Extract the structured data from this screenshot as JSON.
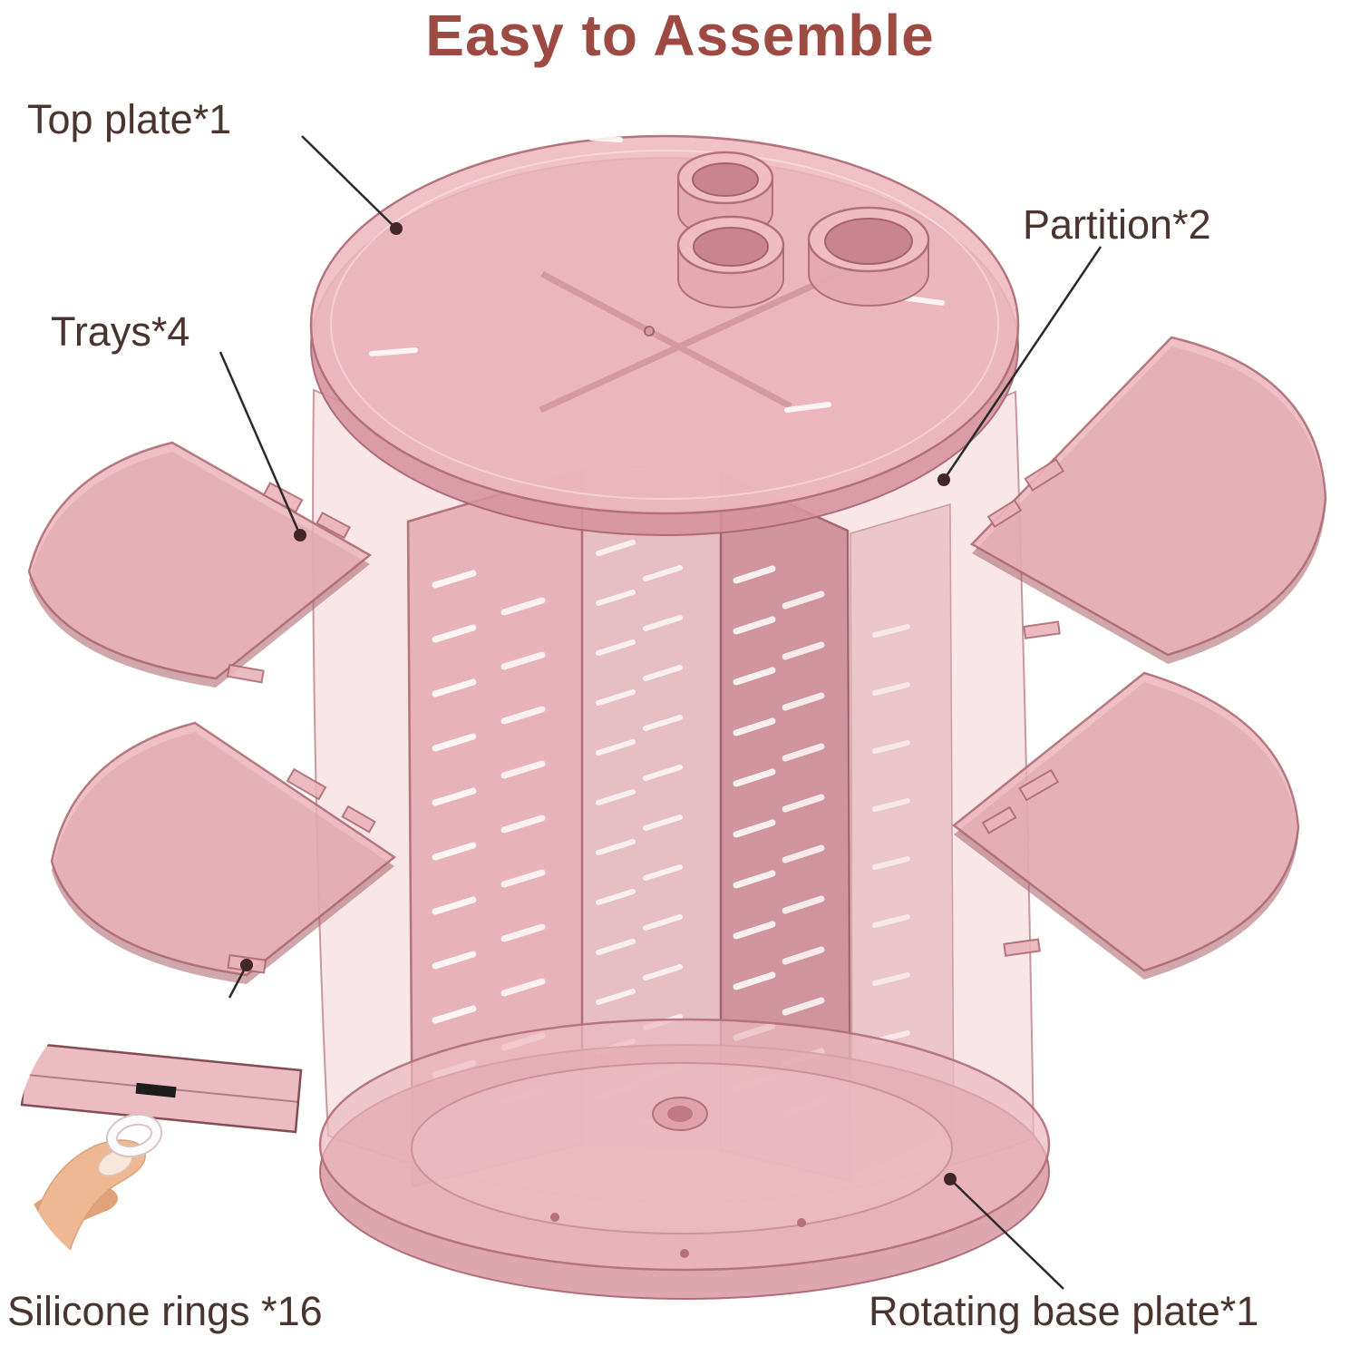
{
  "title": "Easy to Assemble",
  "callouts": {
    "top_plate": "Top plate*1",
    "partition": "Partition*2",
    "trays": "Trays*4",
    "silicone_rings": "Silicone rings *16",
    "rotating_base_plate": "Rotating base plate*1"
  },
  "parts": {
    "top_plate_count": "1",
    "partition_count": "2",
    "trays_count": "4",
    "silicone_rings_count": "16",
    "rotating_base_plate_count": "1"
  },
  "colors": {
    "title_text": "#9c4a42",
    "label_text": "#4a342f",
    "product_pink": "#eebac2",
    "product_pink_deep": "#c67f8c",
    "product_edge": "#a8646f",
    "annotation_line": "#2a2a2a",
    "annotation_dot": "#43262a",
    "skin": "#edb893",
    "ring_white": "#fafafa"
  }
}
